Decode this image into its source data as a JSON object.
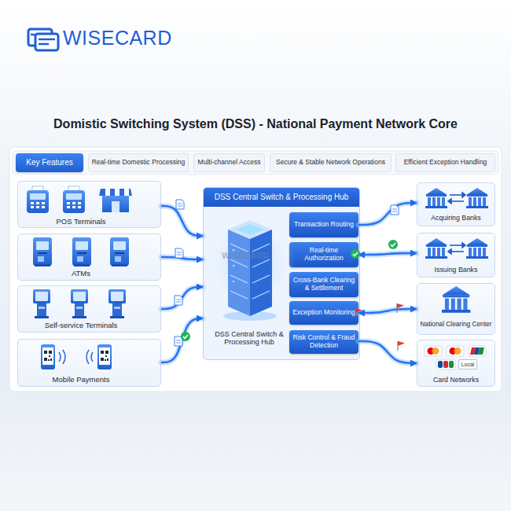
{
  "diagram": {
    "title": "Domistic Switching System (DSS) - National Payment Network Core",
    "nodes": [
      {
        "text": [
          "Key Features"
        ]
      },
      {
        "text": [
          "Real-time Domestic Processing"
        ]
      },
      {
        "text": [
          "Multi-channel Access"
        ]
      },
      {
        "text": [
          "Secure & Stable Network Operations"
        ]
      },
      {
        "text": [
          "Efficient Exception Handling"
        ]
      },
      {
        "text": [
          "POS Terminals"
        ]
      },
      {
        "text": [
          "ATMs"
        ]
      },
      {
        "text": [
          "Self-service Terminals"
        ]
      },
      {
        "text": [
          "Mobile Payments"
        ]
      },
      {
        "text": [
          "DSS Central Switch & Processing Hub",
          "DSS Central Switch & Processing Hub"
        ]
      },
      {
        "text": [
          "Transaction Routing"
        ],
        "in": 9
      },
      {
        "text": [
          "Real-time Authorization"
        ],
        "in": 9
      },
      {
        "text": [
          "Cross-Bank Clearing & Settlement"
        ],
        "in": 9
      },
      {
        "text": [
          "Exception Monitoring"
        ],
        "in": 9
      },
      {
        "text": [
          "Risk Control & Fraud Detection"
        ],
        "in": 9
      },
      {
        "text": [
          "Acquiring Banks"
        ]
      },
      {
        "text": [
          "Issuing Banks"
        ]
      },
      {
        "text": [
          "National Clearing Center"
        ]
      },
      {
        "text": [
          "Card Networks"
        ]
      },
      {
        "text": [
          "Local"
        ],
        "in": 18
      }
    ],
    "edges": [
      {
        "from": 5,
        "to": 9,
        "arrow": "to"
      },
      {
        "from": 6,
        "to": 9,
        "arrow": "to"
      },
      {
        "from": 7,
        "to": 9,
        "arrow": "to"
      },
      {
        "from": 8,
        "to": 9,
        "arrow": "to"
      },
      {
        "from": 10,
        "to": 15,
        "arrow": "to"
      },
      {
        "from": 11,
        "to": 16,
        "arrow": "both"
      },
      {
        "from": 13,
        "to": 17,
        "arrow": "both"
      },
      {
        "from": 14,
        "to": 18,
        "arrow": "to"
      }
    ],
    "labels": [
      "WISECARD",
      "WISECARD"
    ]
  }
}
